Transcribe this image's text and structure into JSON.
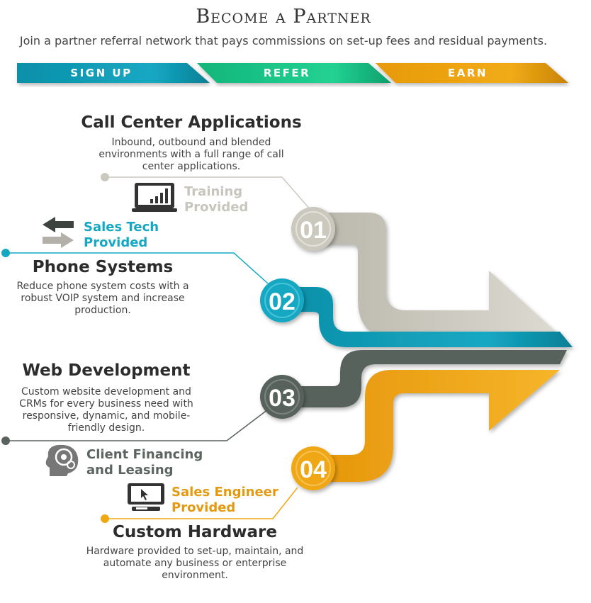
{
  "header": {
    "title": "Become a Partner",
    "subtitle": "Join a partner referral network that pays commissions on set-up fees and residual payments."
  },
  "steps": [
    {
      "label": "SIGN UP",
      "color": "#14a8c3"
    },
    {
      "label": "REFER",
      "color": "#1fc98c"
    },
    {
      "label": "EARN",
      "color": "#efa712"
    }
  ],
  "services": [
    {
      "number": "01",
      "title": "Call Center Applications",
      "desc": "Inbound, outbound and blended environments with a full range of call center applications.",
      "color": "#cbc9be"
    },
    {
      "number": "02",
      "title": "Phone Systems",
      "desc": "Reduce phone system costs with a robust VOIP system and increase production.",
      "color": "#14a8c3"
    },
    {
      "number": "03",
      "title": "Web Development",
      "desc": "Custom website development and CRMs for every business need with responsive, dynamic, and mobile-friendly design.",
      "color": "#59625d"
    },
    {
      "number": "04",
      "title": "Custom Hardware",
      "desc": "Hardware provided to set-up, maintain, and automate any business or enterprise environment.",
      "color": "#efa712"
    }
  ],
  "features": [
    {
      "label": "Training Provided",
      "icon": "laptop-chart-icon"
    },
    {
      "label": "Sales Tech Provided",
      "icon": "exchange-arrows-icon"
    },
    {
      "label": "Client Financing and Leasing",
      "icon": "head-gears-icon"
    },
    {
      "label": "Sales Engineer Provided",
      "icon": "computer-cursor-icon"
    }
  ]
}
